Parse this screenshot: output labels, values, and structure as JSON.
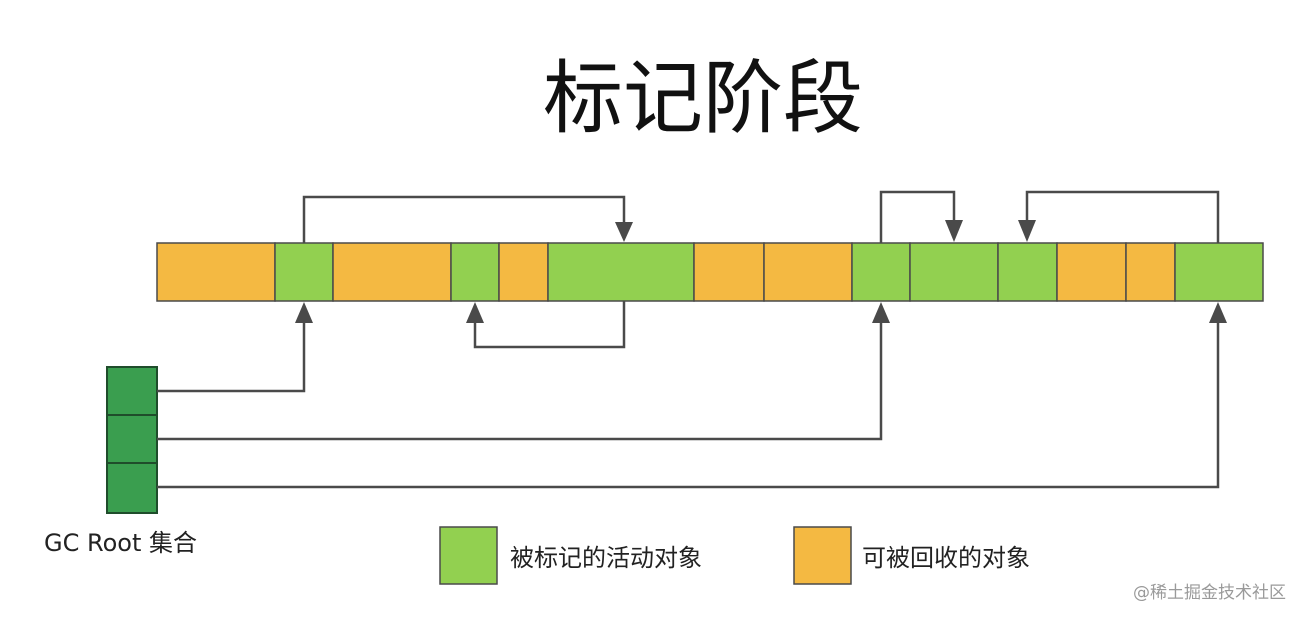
{
  "title": "标记阶段",
  "colors": {
    "marked": "#92d050",
    "reclaimable": "#f4b942",
    "gc_root": "#3a9e4f",
    "stroke": "#4a4a4a"
  },
  "heap_cells": [
    {
      "state": "reclaimable"
    },
    {
      "state": "marked"
    },
    {
      "state": "reclaimable"
    },
    {
      "state": "marked"
    },
    {
      "state": "reclaimable"
    },
    {
      "state": "marked"
    },
    {
      "state": "reclaimable"
    },
    {
      "state": "reclaimable"
    },
    {
      "state": "marked"
    },
    {
      "state": "marked"
    },
    {
      "state": "marked"
    },
    {
      "state": "reclaimable"
    },
    {
      "state": "reclaimable"
    },
    {
      "state": "marked"
    }
  ],
  "gc_root": {
    "label": "GC Root 集合",
    "cell_count": 3
  },
  "legend": [
    {
      "key": "marked",
      "label": "被标记的活动对象"
    },
    {
      "key": "reclaimable",
      "label": "可被回收的对象"
    }
  ],
  "watermark": "@稀土掘金技术社区"
}
